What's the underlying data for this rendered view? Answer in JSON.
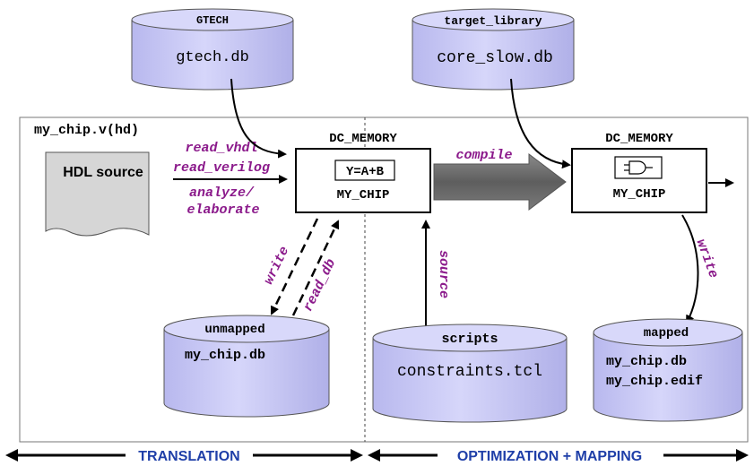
{
  "gtech": {
    "title": "GTECH",
    "file": "gtech.db"
  },
  "target_library": {
    "title": "target_library",
    "file": "core_slow.db"
  },
  "frame_label": "my_chip.v(hd)",
  "hdl_source": "HDL source",
  "read_cmds": [
    "read_vhdl",
    "read_verilog",
    "analyze/",
    "elaborate"
  ],
  "dc_memory_left": {
    "title": "DC_MEMORY",
    "equation": "Y=A+B",
    "name": "MY_CHIP"
  },
  "dc_memory_right": {
    "title": "DC_MEMORY",
    "name": "MY_CHIP"
  },
  "compile": "compile",
  "write_left": "write",
  "read_db": "read_db",
  "source": "source",
  "write_right": "write",
  "unmapped": {
    "title": "unmapped",
    "file": "my_chip.db"
  },
  "scripts": {
    "title": "scripts",
    "file": "constraints.tcl"
  },
  "mapped": {
    "title": "mapped",
    "files": [
      "my_chip.db",
      "my_chip.edif"
    ]
  },
  "phases": {
    "translation": "TRANSLATION",
    "optimization": "OPTIMIZATION + MAPPING"
  },
  "colors": {
    "cylinder_fill": "#c8c8f4",
    "label_purple": "#8b1a8b",
    "phase_blue": "#1f3fa8",
    "compile_arrow": "#6e6e6e"
  }
}
